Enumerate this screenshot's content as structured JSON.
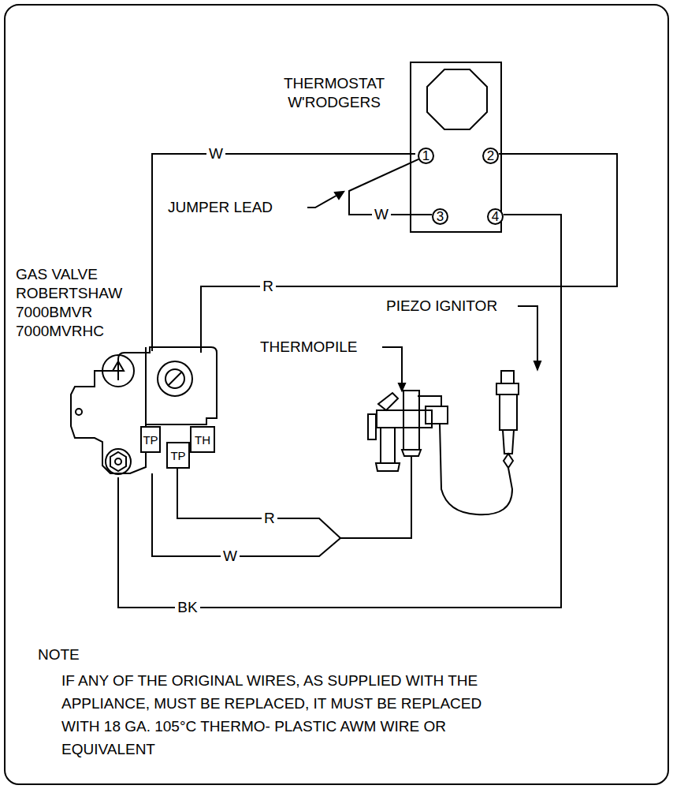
{
  "diagram": {
    "nodes": [
      {
        "text": [
          "THERMOSTAT W'RODGERS"
        ]
      },
      {
        "text": [
          "1"
        ],
        "in": 0
      },
      {
        "text": [
          "2"
        ],
        "in": 0
      },
      {
        "text": [
          "3"
        ],
        "in": 0
      },
      {
        "text": [
          "4"
        ],
        "in": 0
      },
      {
        "text": [
          "GAS VALVE ROBERTSHAW 7000BMVR 7000MVRHC"
        ]
      },
      {
        "text": [
          "TP"
        ],
        "in": 5
      },
      {
        "text": [
          "TP"
        ],
        "in": 5
      },
      {
        "text": [
          "TH"
        ],
        "in": 5
      }
    ],
    "edges": [
      {
        "from": 1,
        "to": 3,
        "arrow": "none",
        "label": "W"
      },
      {
        "from": 2,
        "to": 5,
        "arrow": "none",
        "label": "R"
      },
      {
        "from": 4,
        "to": 5,
        "arrow": "none",
        "label": "BK"
      }
    ],
    "labels": [
      "W",
      "JUMPER LEAD",
      "PIEZO IGNITOR",
      "THERMOPILE",
      "R",
      "W",
      "NOTE",
      "IF ANY OF THE ORIGINAL WIRES, AS SUPPLIED WITH THE APPLIANCE, MUST BE REPLACED, IT MUST BE REPLACED WITH 18 GA. 105°C THERMO- PLASTIC AWM WIRE OR EQUIVALENT"
    ]
  }
}
